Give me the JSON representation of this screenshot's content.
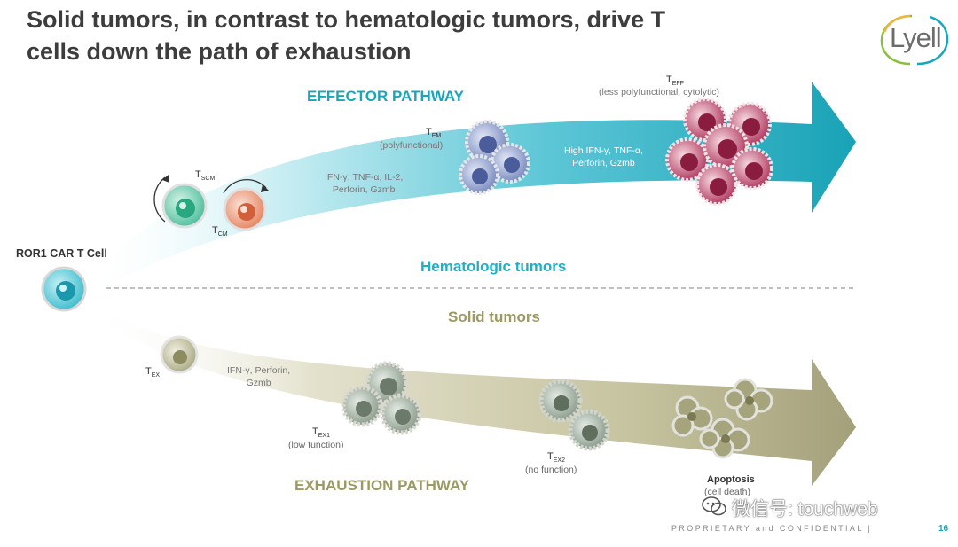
{
  "slide": {
    "title": "Solid tumors, in contrast to hematologic tumors, drive T cells down the path of exhaustion",
    "logo": "Lyell",
    "footer": "PROPRIETARY and CONFIDENTIAL  |",
    "page_number": "16",
    "watermark": "微信号: touchweb"
  },
  "colors": {
    "effector": "#1aa6ba",
    "exhaustion": "#9c9a62",
    "title": "#3d3d3d",
    "effector_cell": "#a8264f",
    "memory_cell": "#6c7fb8"
  },
  "diagram": {
    "origin_label": "ROR1 CAR T Cell",
    "hematologic_label": "Hematologic tumors",
    "solid_label": "Solid tumors",
    "effector": {
      "pathway_label": "EFFECTOR PATHWAY",
      "tscm": {
        "main": "T",
        "sub": "SCM"
      },
      "tcm": {
        "main": "T",
        "sub": "CM"
      },
      "tem": {
        "main": "T",
        "sub": "EM",
        "note": "(polyfunctional)"
      },
      "teff": {
        "main": "T",
        "sub": "EFF",
        "note": "(less polyfunctional, cytolytic)"
      },
      "cytokines_early": [
        "IFN-γ, TNF-α, IL-2,",
        "Perforin, Gzmb"
      ],
      "cytokines_late": [
        "High IFN-γ, TNF-α,",
        "Perforin, Gzmb"
      ]
    },
    "exhaustion": {
      "pathway_label": "EXHAUSTION PATHWAY",
      "tex": {
        "main": "T",
        "sub": "EX"
      },
      "tex1": {
        "main": "T",
        "sub": "EX1",
        "note": "(low function)"
      },
      "tex2": {
        "main": "T",
        "sub": "EX2",
        "note": "(no function)"
      },
      "cytokines": [
        "IFN-γ, Perforin,",
        "Gzmb"
      ],
      "apoptosis": {
        "title": "Apoptosis",
        "note": "(cell death)"
      }
    }
  }
}
